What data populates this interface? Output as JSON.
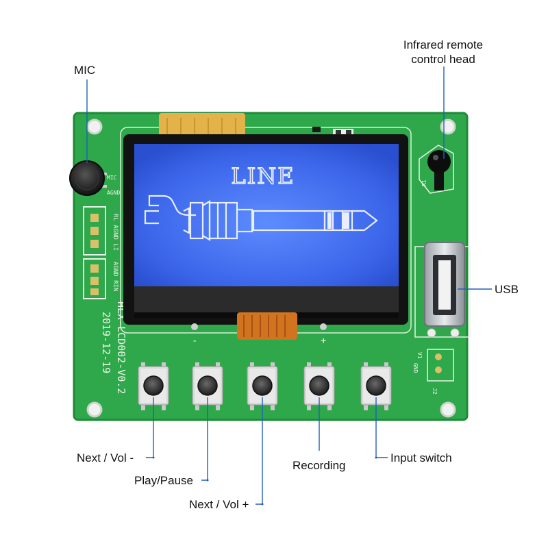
{
  "callouts": {
    "mic": "MIC",
    "ir_line1": "Infrared remote",
    "ir_line2": "control head",
    "usb": "USB",
    "next_vol_minus": "Next / Vol -",
    "play_pause": "Play/Pause",
    "next_vol_plus": "Next / Vol +",
    "recording": "Recording",
    "input_switch": "Input switch"
  },
  "lcd": {
    "mode_text": "LINE"
  },
  "board": {
    "model": "HLX-LCD002-V0.2",
    "date": "2019-12-19",
    "mic_pin": "MIC",
    "agnd_pin": "AGND",
    "silk_l": "RL AGND LI",
    "silk_r": "AGND RIN",
    "v1": "V1",
    "gnd": "GND",
    "j2": "J2",
    "r1": "R1",
    "minus": "-",
    "plus": "+"
  },
  "colors": {
    "pcb": "#2ea84a",
    "pcb_dark": "#1f8a38",
    "lcd": "#3f6ef0",
    "lcd_glyph": "#e8eefc",
    "leader": "#1f5fbf"
  },
  "icons": [
    "microphone-icon",
    "infrared-receiver-icon",
    "usb-port-icon",
    "audio-jack-icon",
    "tactile-button-icon"
  ]
}
